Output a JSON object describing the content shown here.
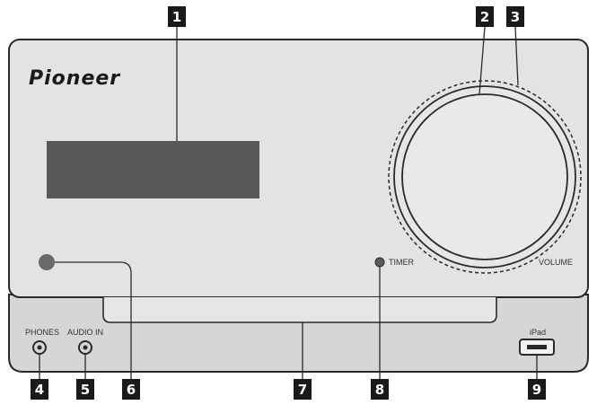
{
  "device": {
    "brand": "Pioneer",
    "labels": {
      "timer": "TIMER",
      "volume": "VOLUME",
      "phones": "PHONES",
      "audio_in": "AUDIO IN",
      "ipad": "iPad"
    }
  },
  "callouts": [
    "1",
    "2",
    "3",
    "4",
    "5",
    "6",
    "7",
    "8",
    "9"
  ],
  "colors": {
    "panel_top": "#e2e2e2",
    "panel_bottom": "#d8d8d8",
    "outline": "#2a2a2a",
    "display": "#555555",
    "badge": "#1a1a1a"
  }
}
